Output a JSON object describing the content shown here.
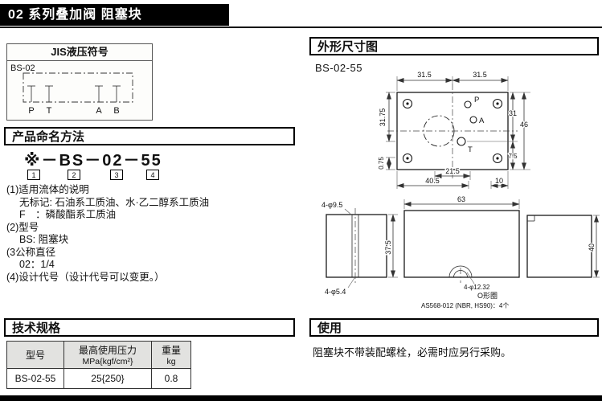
{
  "page": {
    "title": "02 系列叠加阀 阻塞块"
  },
  "jis": {
    "title": "JIS液压符号",
    "model": "BS-02",
    "port_p": "P",
    "port_t": "T",
    "port_a": "A",
    "port_b": "B"
  },
  "naming": {
    "header": "产品命名方法",
    "code_parts": [
      "※",
      "BS",
      "02",
      "55"
    ],
    "separator": "－",
    "box_numbers": [
      "1",
      "2",
      "3",
      "4"
    ],
    "notes": [
      "(1)适用流体的说明",
      "无标记: 石油系工质油、水·乙二醇系工质油",
      "F　：磷酸酯系工质油",
      "(2)型号",
      "BS: 阻塞块",
      "(3公称直径",
      "02：1/4",
      "(4)设计代号（设计代号可以变更。）"
    ]
  },
  "specs": {
    "header": "技术规格",
    "table": {
      "col_model": "型号",
      "col_pressure_line1": "最高使用压力",
      "col_pressure_line2": "MPa{kgf/cm²}",
      "col_weight_line1": "重量",
      "col_weight_line2": "kg",
      "rows": [
        {
          "model": "BS-02-55",
          "pressure": "25{250}",
          "weight": "0.8"
        }
      ]
    }
  },
  "dims": {
    "header": "外形尺寸图",
    "model": "BS-02-55",
    "d315a": "31.5",
    "d315b": "31.5",
    "d31": "31",
    "d46": "46",
    "d75": "7.5",
    "d3175": "31.75",
    "d075": "0.75",
    "d215": "21.5",
    "d405": "40.5",
    "d10": "10",
    "port_p": "P",
    "port_a": "A",
    "port_t": "T",
    "hole_top": "4-φ9.5",
    "d375": "37.5",
    "hole_bottom": "4-φ5.4",
    "d63": "63",
    "hole_oring": "4-φ12.32",
    "oring_label": "O形圈",
    "oring_spec": "AS568-012 (NBR, HS90)：4个",
    "d40": "40"
  },
  "usage": {
    "header": "使用",
    "text": "阻塞块不带装配螺栓，必需时应另行采购。"
  }
}
